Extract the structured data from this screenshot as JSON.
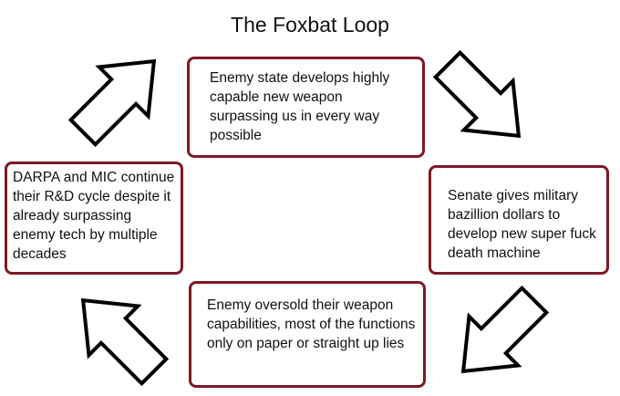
{
  "title": "The Foxbat Loop",
  "steps": [
    {
      "text": "Enemy state develops highly capable new weapon surpassing us in every way possible"
    },
    {
      "text": "Senate gives military bazillion dollars to develop new super fuck death machine"
    },
    {
      "text": "Enemy oversold their weapon capabilities, most of the functions only on paper or straight up lies"
    },
    {
      "text": "DARPA and MIC continue their R&D cycle despite it already surpassing enemy tech by multiple decades"
    }
  ],
  "colors": {
    "box_border": "#7d1a26",
    "arrow_stroke": "#000000"
  }
}
